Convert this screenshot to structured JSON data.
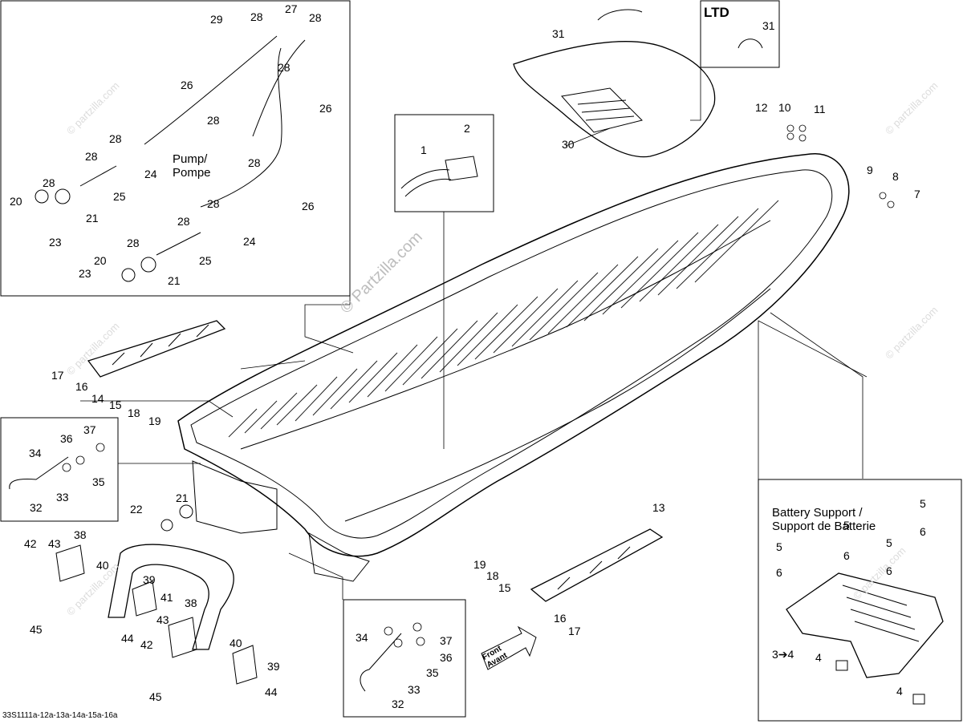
{
  "diagram": {
    "ltd_label": "LTD",
    "pump_label_line1": "Pump/",
    "pump_label_line2": "Pompe",
    "battery_label_line1": "Battery Support /",
    "battery_label_line2": "Support de Batterie",
    "front_label_line1": "Front",
    "front_label_line2": "Avant",
    "footer_code": "33S1111a-12a-13a-14a-15a-16a",
    "watermark": "© Partzilla.com",
    "watermark_small": "© partzilla.com",
    "callouts": {
      "c1": "1",
      "c2": "2",
      "c3": "3➔4",
      "c4a": "4",
      "c4b": "4",
      "c5a": "5",
      "c5b": "5",
      "c5c": "5",
      "c5d": "5",
      "c6a": "6",
      "c6b": "6",
      "c6c": "6",
      "c6d": "6",
      "c7": "7",
      "c8": "8",
      "c9": "9",
      "c10": "10",
      "c11": "11",
      "c12": "12",
      "c13": "13",
      "c14": "14",
      "c15a": "15",
      "c15b": "15",
      "c16a": "16",
      "c16b": "16",
      "c17a": "17",
      "c17b": "17",
      "c18a": "18",
      "c18b": "18",
      "c19a": "19",
      "c19b": "19",
      "c20a": "20",
      "c20b": "20",
      "c21a": "21",
      "c21b": "21",
      "c21c": "21",
      "c22": "22",
      "c23a": "23",
      "c23b": "23",
      "c24a": "24",
      "c24b": "24",
      "c25a": "25",
      "c25b": "25",
      "c26a": "26",
      "c26b": "26",
      "c26c": "26",
      "c27": "27",
      "c28a": "28",
      "c28b": "28",
      "c28c": "28",
      "c28d": "28",
      "c28e": "28",
      "c28f": "28",
      "c28g": "28",
      "c28h": "28",
      "c28i": "28",
      "c28j": "28",
      "c28k": "28",
      "c29": "29",
      "c30": "30",
      "c31a": "31",
      "c31b": "31",
      "c32a": "32",
      "c32b": "32",
      "c33a": "33",
      "c33b": "33",
      "c34a": "34",
      "c34b": "34",
      "c35a": "35",
      "c35b": "35",
      "c36a": "36",
      "c36b": "36",
      "c37a": "37",
      "c37b": "37",
      "c38a": "38",
      "c38b": "38",
      "c39a": "39",
      "c39b": "39",
      "c40a": "40",
      "c40b": "40",
      "c41": "41",
      "c42a": "42",
      "c42b": "42",
      "c43a": "43",
      "c43b": "43",
      "c44a": "44",
      "c44b": "44",
      "c45a": "45",
      "c45b": "45"
    }
  }
}
